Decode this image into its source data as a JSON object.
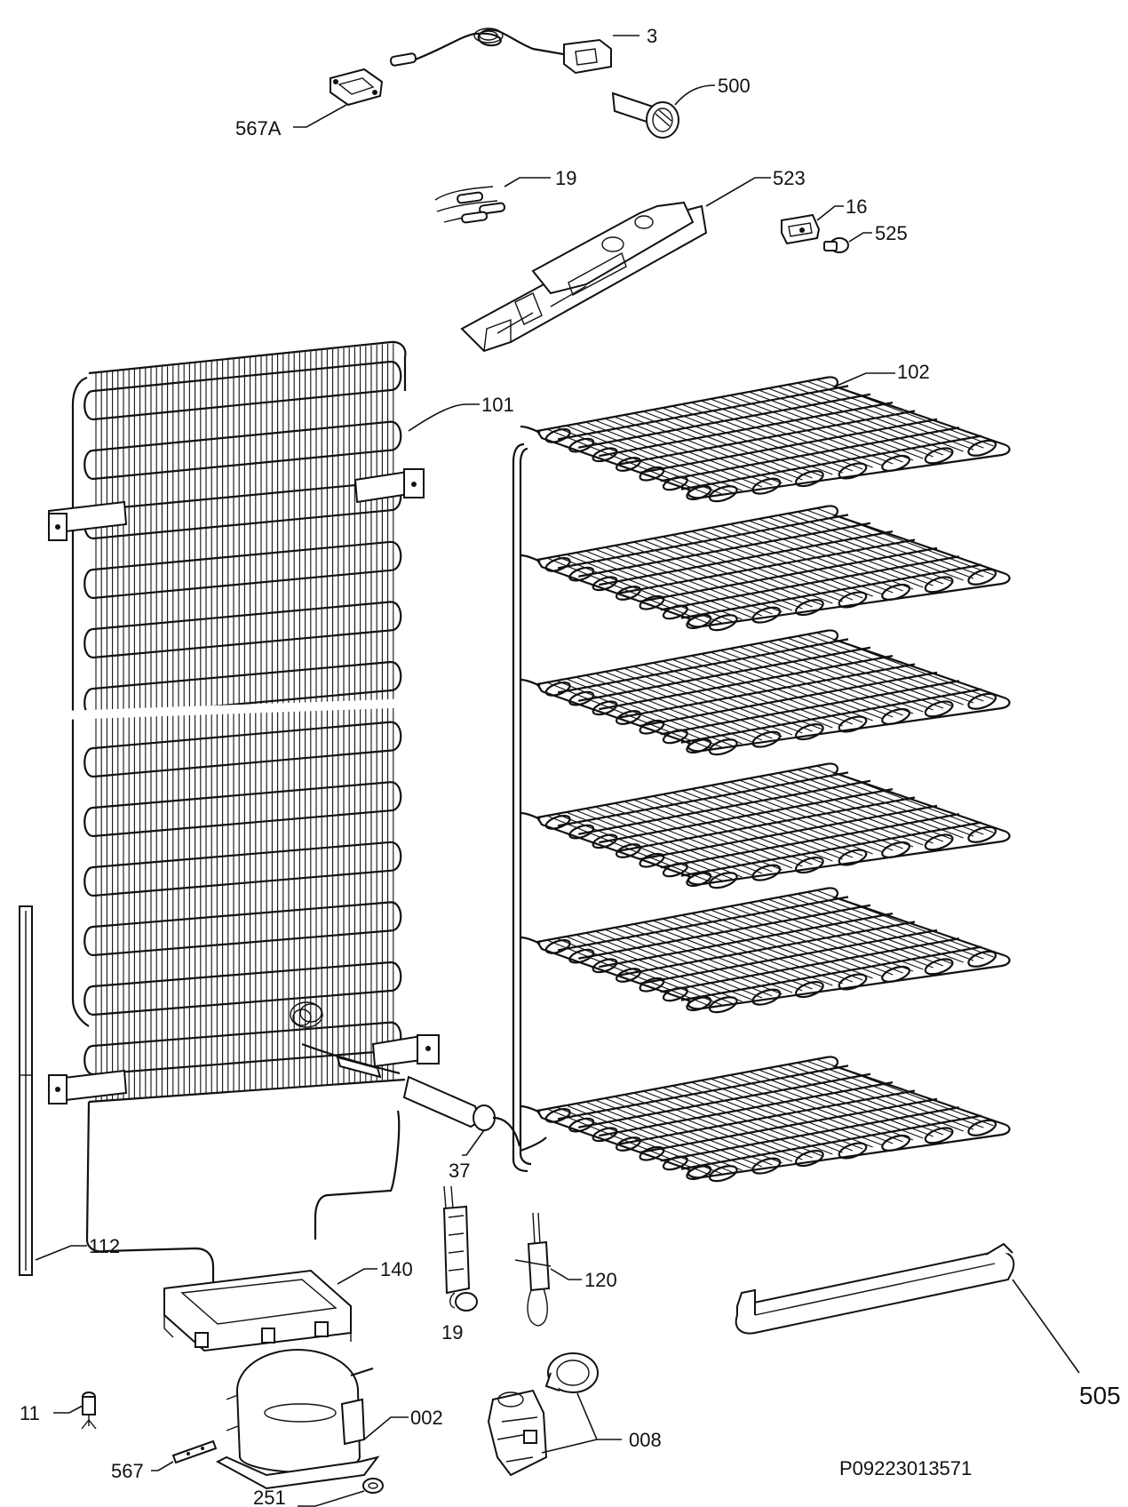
{
  "diagram": {
    "doc_code": "P09223013571",
    "labels": {
      "p3": "3",
      "p500": "500",
      "p567a": "567A",
      "p19_top": "19",
      "p523": "523",
      "p16": "16",
      "p525": "525",
      "p101": "101",
      "p102": "102",
      "p37": "37",
      "p112": "112",
      "p140": "140",
      "p19_bottom": "19",
      "p120": "120",
      "p505": "505",
      "p11": "11",
      "p002": "002",
      "p008": "008",
      "p567": "567",
      "p251": "251"
    }
  }
}
